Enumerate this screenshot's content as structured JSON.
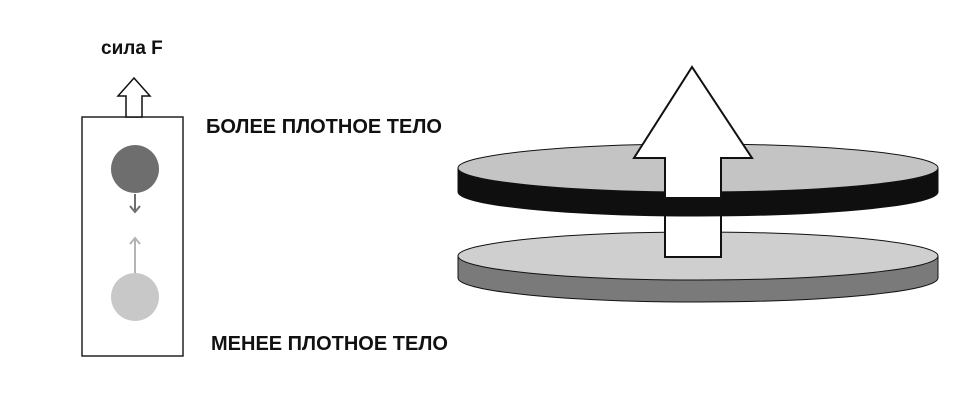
{
  "labels": {
    "force": "сила F",
    "denser_body": "БОЛЕЕ ПЛОТНОЕ ТЕЛО",
    "less_dense_body": "МЕНЕЕ ПЛОТНОЕ ТЕЛО"
  },
  "colors": {
    "background": "#ffffff",
    "outline": "#111111",
    "dense_ball": "#6e6e6e",
    "dense_ball_arrow": "#6e6e6e",
    "light_ball": "#c8c8c8",
    "light_ball_arrow": "#b4b4b4",
    "top_disc_face": "#c4c4c4",
    "top_disc_side": "#0f0f0f",
    "bottom_disc_face": "#cfcfcf",
    "bottom_disc_side": "#7a7a7a",
    "hollow_arrow_fill": "#ffffff"
  },
  "icons": {
    "force_arrow": "hollow-up-arrow-icon",
    "large_arrow": "hollow-up-arrow-icon",
    "dense_ball_arrow": "down-arrow-icon",
    "light_ball_arrow": "up-arrow-icon"
  }
}
